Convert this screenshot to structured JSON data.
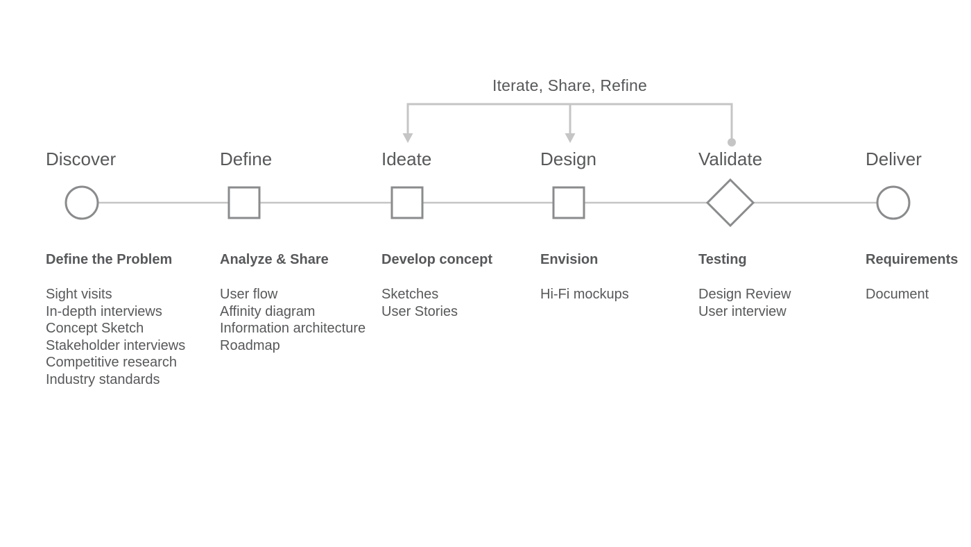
{
  "colors": {
    "text": "#57585a",
    "line": "#c5c5c6",
    "shape_stroke": "#8a8b8d",
    "background": "#ffffff"
  },
  "iterate_banner": {
    "label": "Iterate, Share, Refine"
  },
  "stages": [
    {
      "label": "Discover",
      "shape": "circle",
      "subtitle": "Define the Problem",
      "items": [
        "Sight visits",
        "In-depth interviews",
        "Concept Sketch",
        "Stakeholder interviews",
        "Competitive research",
        "Industry standards"
      ]
    },
    {
      "label": "Define",
      "shape": "square",
      "subtitle": "Analyze & Share",
      "items": [
        "User flow",
        "Affinity diagram",
        "Information architecture",
        "Roadmap"
      ]
    },
    {
      "label": "Ideate",
      "shape": "square",
      "subtitle": "Develop concept",
      "items": [
        "Sketches",
        "User Stories"
      ]
    },
    {
      "label": "Design",
      "shape": "square",
      "subtitle": "Envision",
      "items": [
        "Hi-Fi mockups"
      ]
    },
    {
      "label": "Validate",
      "shape": "diamond",
      "subtitle": "Testing",
      "items": [
        "Design Review",
        "User interview"
      ]
    },
    {
      "label": "Deliver",
      "shape": "circle",
      "subtitle": "Requirements",
      "items": [
        "Document"
      ]
    }
  ]
}
